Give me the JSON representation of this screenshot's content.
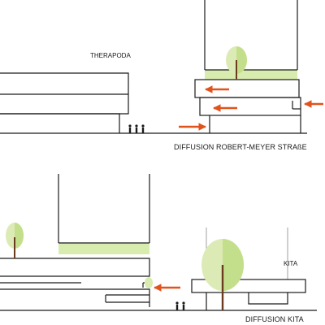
{
  "sections": [
    {
      "id": "top",
      "building_label": "THERAPODA",
      "caption": "DIFFUSION ROBERT-MEYER STRAßE",
      "arrow_count": 4,
      "people_count": 3
    },
    {
      "id": "bottom",
      "building_label": "KITA",
      "caption": "DIFFUSION KITA",
      "arrow_count": 1,
      "people_count": 2
    }
  ],
  "colors": {
    "line": "#1a1a1a",
    "green_band": "#d9ecb0",
    "tree_light": "#dcebb6",
    "tree_dark": "#c4df8c",
    "trunk": "#6b3a1f",
    "arrow": "#e0531c"
  }
}
